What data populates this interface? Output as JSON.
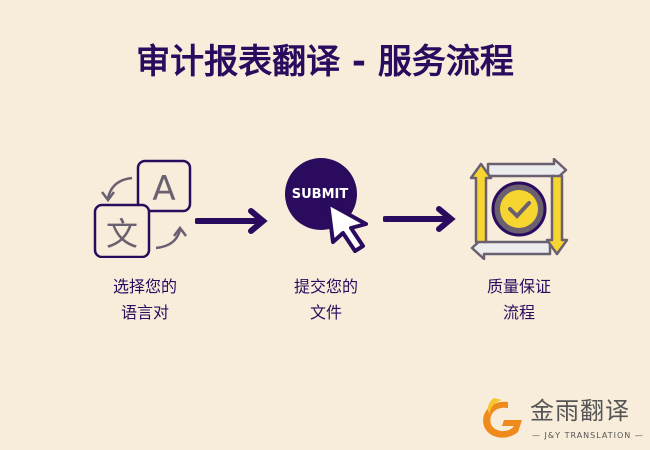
{
  "title": "审计报表翻译 - 服务流程",
  "steps": [
    {
      "line1": "选择您的",
      "line2": "语言对",
      "icon": "translate-icon"
    },
    {
      "line1": "提交您的",
      "line2": "文件",
      "icon": "submit-click-icon",
      "icon_text": "SUBMIT"
    },
    {
      "line1": "质量保证",
      "line2": "流程",
      "icon": "quality-check-icon"
    }
  ],
  "logo": {
    "cn": "金雨翻译",
    "en": "— J&Y TRANSLATION —"
  },
  "colors": {
    "primary": "#2a0b5e",
    "background": "#f8ecda",
    "accent": "#f7d531"
  }
}
